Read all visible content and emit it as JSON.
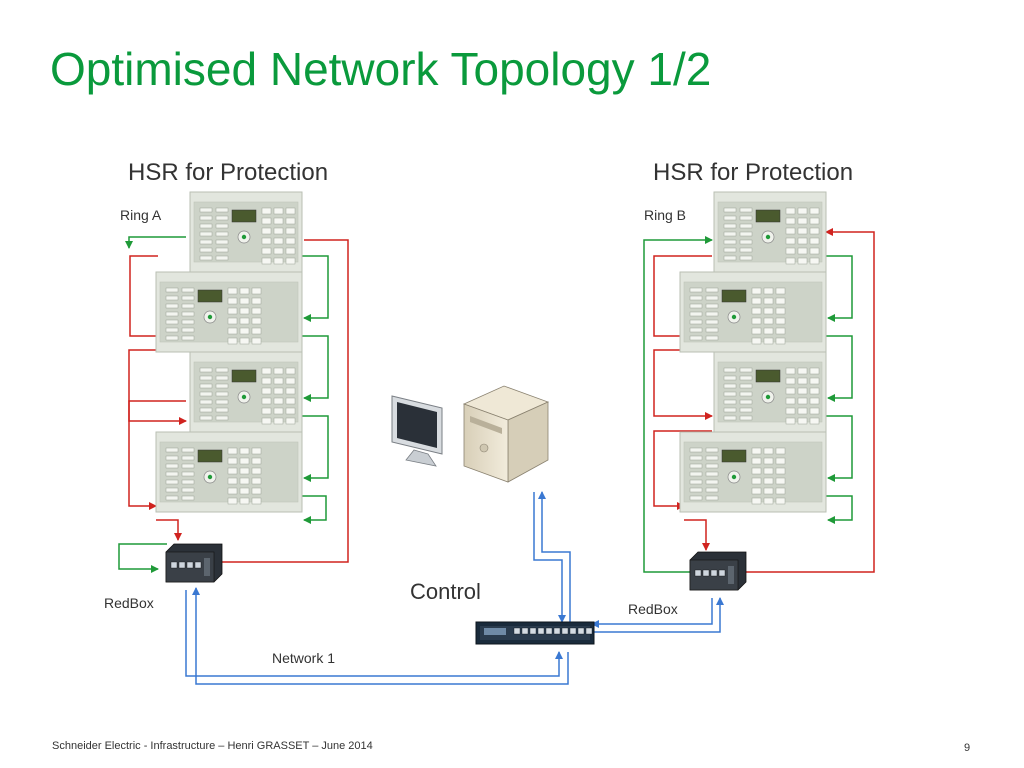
{
  "slide": {
    "title": "Optimised Network Topology 1/2",
    "footer_text": "Schneider Electric - Infrastructure – Henri GRASSET – June 2014",
    "page_number": "9"
  },
  "labels": {
    "hsr_left": "HSR for Protection",
    "hsr_right": "HSR for Protection",
    "ring_a": "Ring A",
    "ring_b": "Ring B",
    "redbox_left": "RedBox",
    "redbox_right": "RedBox",
    "control": "Control",
    "network": "Network 1"
  },
  "colors": {
    "title": "#0a9a3c",
    "link_red": "#d0231f",
    "link_green": "#1f9a38",
    "link_blue": "#3a78d2",
    "device_body": "#e2e6de",
    "device_panel": "#cdd3c8",
    "display": "#4a5a2e",
    "switch_body": "#1a2b3c"
  },
  "icons": {
    "ied": "protection-relay-icon",
    "redbox": "redbox-switch-icon",
    "switch": "network-switch-icon",
    "monitor": "monitor-icon",
    "server": "server-tower-icon"
  }
}
